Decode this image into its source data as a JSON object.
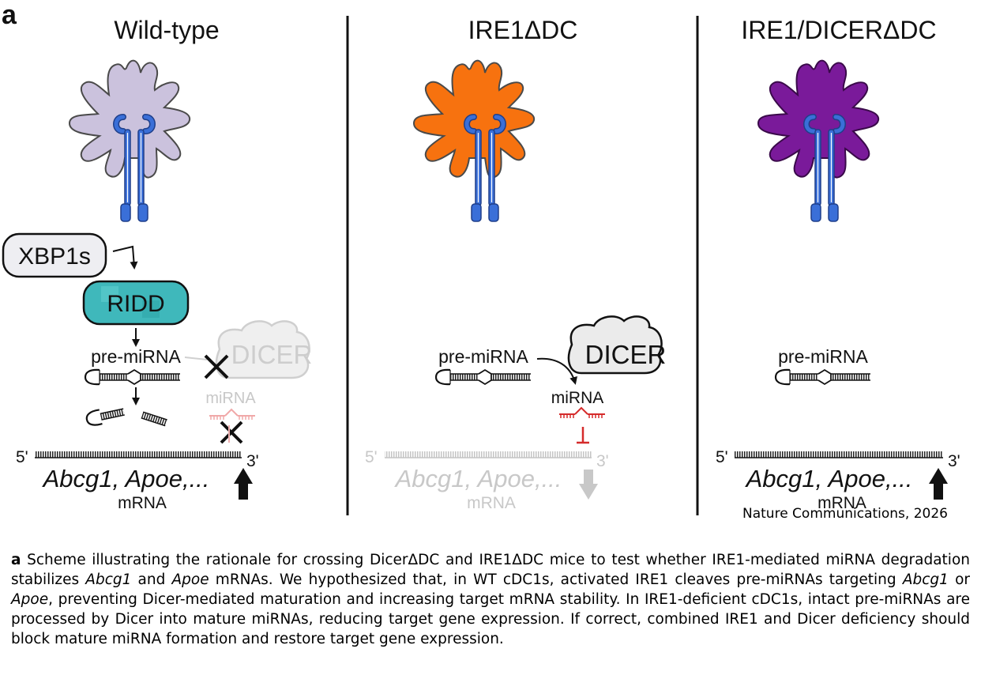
{
  "panel_letter": "a",
  "panels": [
    {
      "title": "Wild-type",
      "xbp1s": "XBP1s",
      "ridd": "RIDD",
      "pre_mirna": "pre-miRNA",
      "dicer": "DICER",
      "mirna": "miRNA",
      "five_prime": "5'",
      "three_prime": "3'",
      "genes": "Abcg1, Apoe,...",
      "mrna": "mRNA",
      "cell_color": "#cbc2dd",
      "arrow": "up"
    },
    {
      "title": "IRE1ΔDC",
      "pre_mirna": "pre-miRNA",
      "dicer": "DICER",
      "mirna": "miRNA",
      "five_prime": "5'",
      "three_prime": "3'",
      "genes": "Abcg1, Apoe,...",
      "mrna": "mRNA",
      "cell_color": "#f7720f",
      "arrow": "down"
    },
    {
      "title": "IRE1/DICERΔDC",
      "pre_mirna": "pre-miRNA",
      "five_prime": "5'",
      "three_prime": "3'",
      "genes": "Abcg1, Apoe,...",
      "mrna": "mRNA",
      "cell_color": "#7a1a9a",
      "arrow": "up"
    }
  ],
  "colors": {
    "receptor": "#3a6fd8",
    "ridd_fill": "#3fb8bb",
    "inhibition_red": "#d52b2b",
    "faded": "#c8c8c8"
  },
  "source": "Nature Communications, 2026",
  "caption": {
    "label": "a",
    "t1": " Scheme illustrating the rationale for crossing DicerΔDC and IRE1ΔDC mice to test whether IRE1-mediated miRNA degradation stabilizes ",
    "i1": "Abcg1",
    "t2": " and ",
    "i2": "Apoe",
    "t3": " mRNAs. We hypothesized that, in WT cDC1s, activated IRE1 cleaves pre-miRNAs targeting ",
    "i3": "Abcg1",
    "t4": " or ",
    "i4": "Apoe",
    "t5": ", preventing Dicer-mediated maturation and increasing target mRNA stability. In IRE1-deficient cDC1s, intact pre-miRNAs are processed by Dicer into mature miRNAs, reducing target gene expression. If correct, combined IRE1 and Dicer deficiency should block mature miRNA formation and restore target gene expression."
  }
}
